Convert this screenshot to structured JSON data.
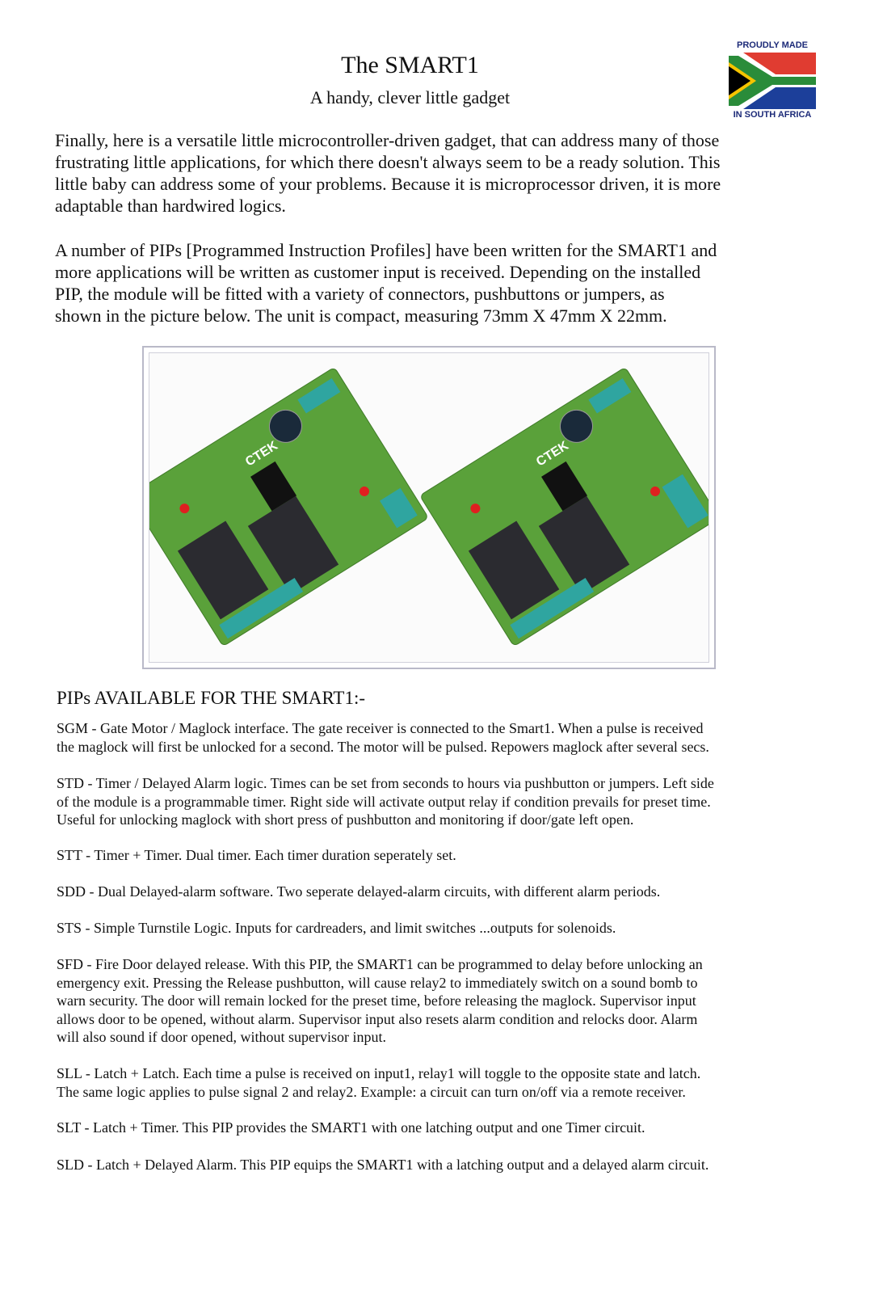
{
  "header": {
    "title": "The SMART1",
    "subtitle": "A handy, clever little gadget",
    "badge": {
      "top_text": "PROUDLY MADE",
      "bottom_text": "IN SOUTH AFRICA",
      "icon": "south-africa-flag-icon"
    }
  },
  "intro": [
    {
      "lines": [
        "Finally, here is a versatile little microcontroller-driven gadget, that can address many of those",
        "frustrating little applications, for which there doesn't always seem to be a ready solution. This",
        "little baby can address some of your problems. Because it is microprocessor driven, it is more",
        "adaptable than hardwired logics."
      ]
    },
    {
      "lines": [
        "A number of PIPs [Programmed Instruction Profiles] have been written for the SMART1 and",
        "more applications will be written as customer input is received. Depending on the installed",
        "PIP, the module will be fitted with a variety of connectors, pushbuttons or jumpers, as",
        "shown in the picture below. The unit is compact, measuring 73mm X 47mm X 22mm."
      ]
    }
  ],
  "photo": {
    "board_label": "CTEK",
    "colors": {
      "pcb": "#5aa13a",
      "relay": "#2b2b30",
      "frame": "#b9b9c8"
    }
  },
  "pips": {
    "heading": "PIPs AVAILABLE FOR THE SMART1:-",
    "items": [
      {
        "lines": [
          "SGM - Gate Motor / Maglock interface.  The gate receiver is connected to the Smart1. When a pulse is received",
          "the maglock will first be unlocked for a second. The motor will be pulsed. Repowers maglock after several secs."
        ]
      },
      {
        "lines": [
          "STD - Timer / Delayed Alarm logic. Times can be set from seconds to hours via pushbutton or jumpers. Left side",
          "of the module is a programmable timer. Right side will activate output relay if condition prevails for preset time.",
          "Useful for unlocking maglock with short press of pushbutton and monitoring if door/gate left open."
        ]
      },
      {
        "lines": [
          "STT - Timer + Timer. Dual timer. Each timer duration seperately set."
        ]
      },
      {
        "lines": [
          "SDD - Dual Delayed-alarm software. Two seperate delayed-alarm circuits, with different alarm periods."
        ]
      },
      {
        "lines": [
          "STS - Simple Turnstile Logic. Inputs for cardreaders, and limit switches ...outputs for solenoids."
        ]
      },
      {
        "lines": [
          "SFD - Fire Door delayed release. With this PIP, the SMART1 can be programmed to delay before unlocking an",
          "emergency exit. Pressing the Release pushbutton, will cause relay2 to immediately switch on a sound bomb to",
          "warn security. The door will remain locked for the preset time, before releasing the maglock. Supervisor input",
          "allows door to be opened, without alarm. Supervisor input also resets alarm condition and relocks door. Alarm",
          "will also sound if door opened, without supervisor input."
        ]
      },
      {
        "lines": [
          "SLL - Latch + Latch. Each time a pulse is received on input1, relay1 will toggle to the opposite state and latch.",
          "The same logic applies to pulse signal 2 and relay2. Example: a circuit can turn on/off via a remote receiver."
        ]
      },
      {
        "lines": [
          "SLT - Latch + Timer. This PIP provides the SMART1 with one latching output and one Timer circuit."
        ]
      },
      {
        "lines": [
          "SLD - Latch + Delayed Alarm. This PIP equips the SMART1 with a latching output and a delayed alarm circuit."
        ]
      }
    ]
  }
}
